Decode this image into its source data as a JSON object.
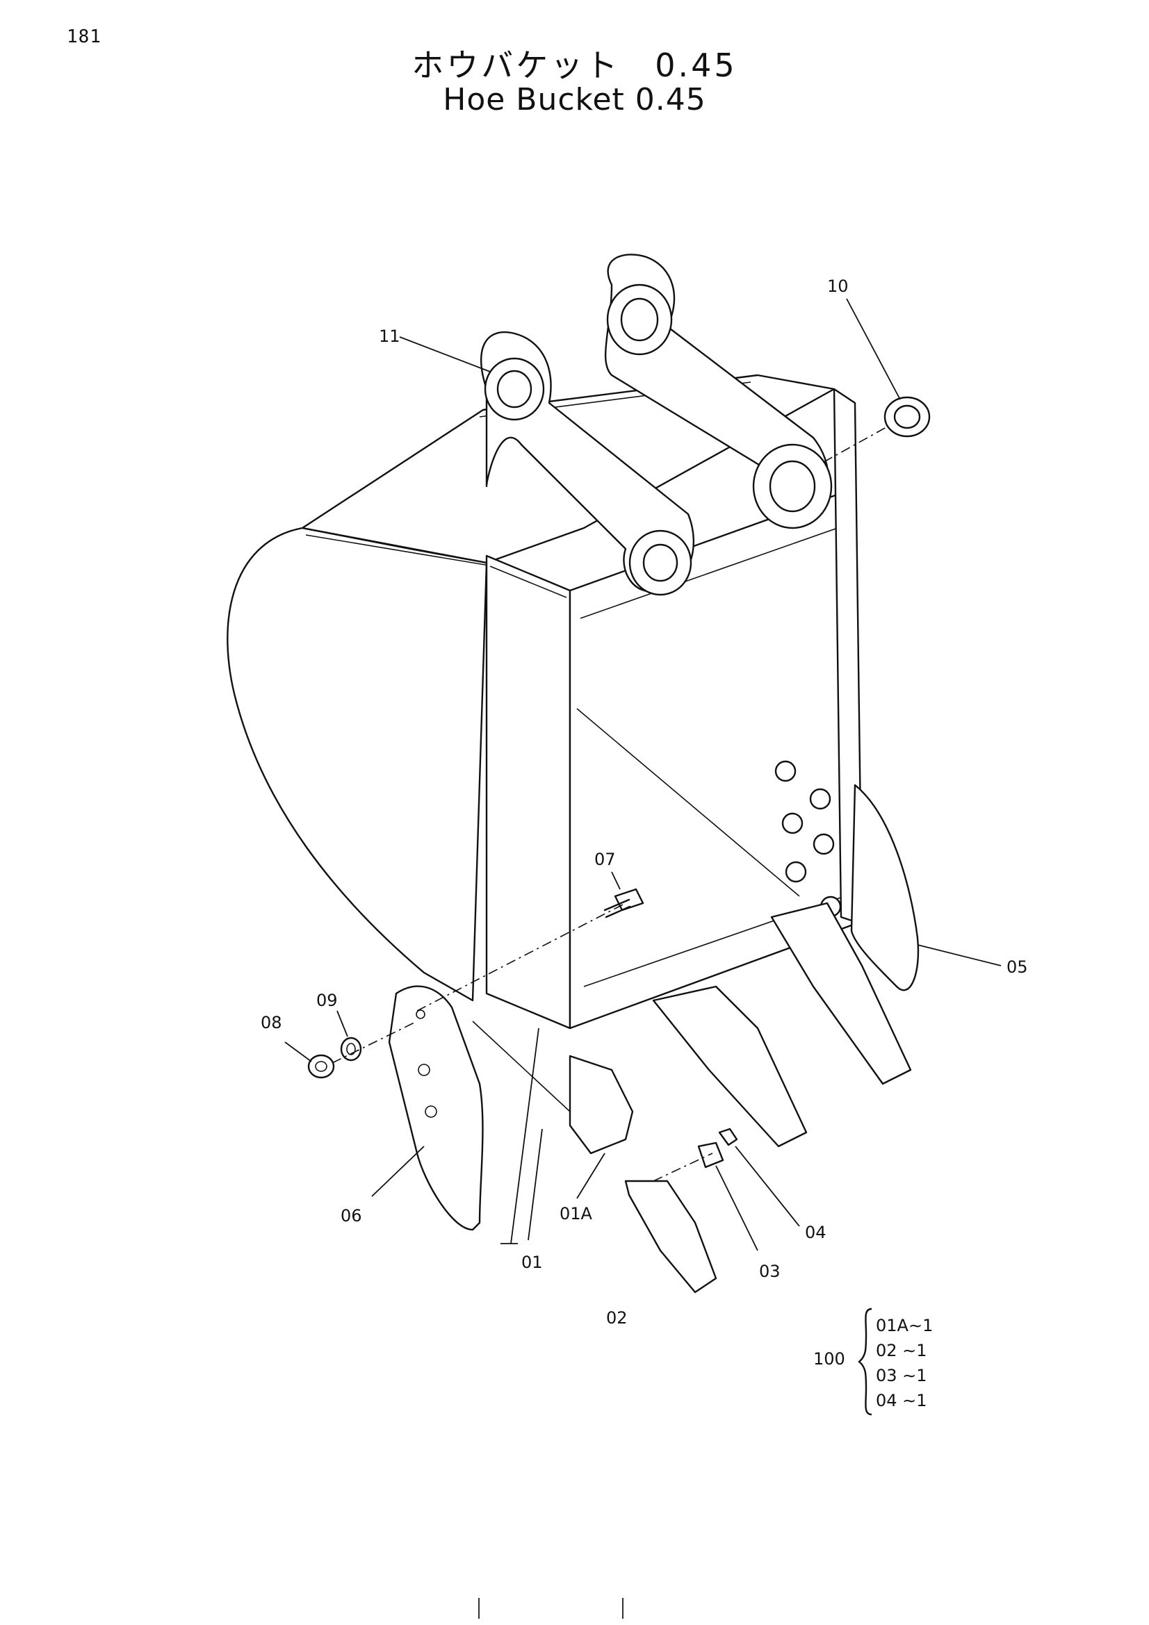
{
  "page_number": "181",
  "title_jp": "ホウバケット　0.45",
  "title_en": "Hoe Bucket 0.45",
  "callouts": {
    "c01": "01",
    "c01A": "01A",
    "c02": "02",
    "c03": "03",
    "c04": "04",
    "c05": "05",
    "c06": "06",
    "c07": "07",
    "c08": "08",
    "c09": "09",
    "c10": "10",
    "c11": "11"
  },
  "kit": {
    "quantity_label": "100",
    "items": [
      "01A∼1",
      "02 ∼1",
      "03 ∼1",
      "04 ∼1"
    ]
  }
}
